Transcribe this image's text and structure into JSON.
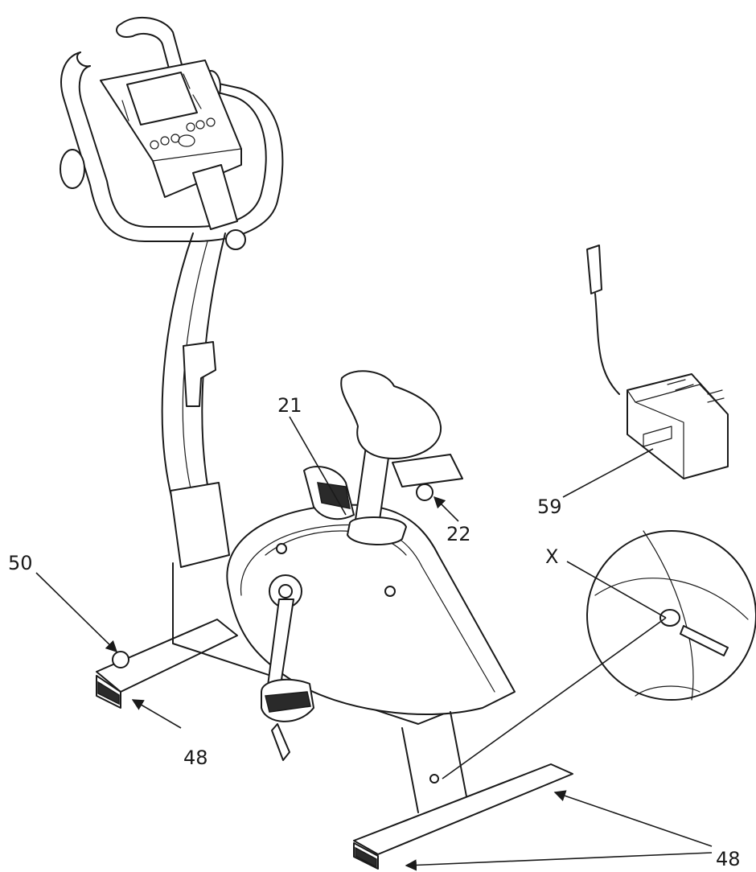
{
  "callouts": {
    "c21": "21",
    "c22": "22",
    "c50": "50",
    "c48_left": "48",
    "c48_right": "48",
    "c59": "59",
    "cX": "X"
  }
}
